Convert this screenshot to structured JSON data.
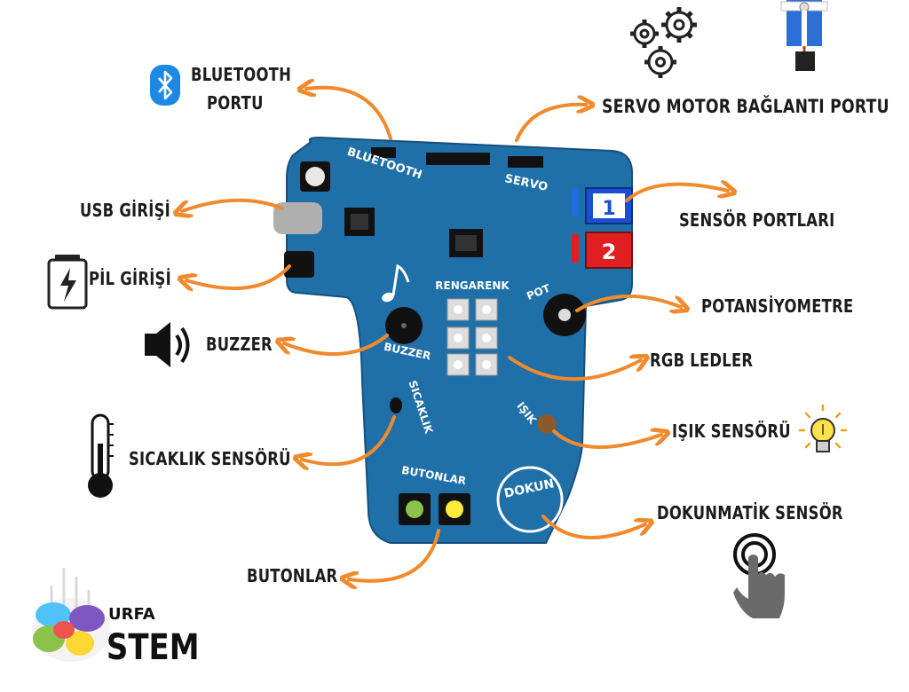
{
  "labels": {
    "bluetooth_line1": "BLUETOOTH",
    "bluetooth_line2": "PORTU",
    "servo": "SERVO MOTOR BAĞLANTI PORTU",
    "usb": "USB GİRİŞİ",
    "sensor_ports": "SENSÖR PORTLARI",
    "battery": "PİL GİRİŞİ",
    "potentiometer": "POTANSİYOMETRE",
    "buzzer": "BUZZER",
    "rgb": "RGB LEDLER",
    "light_sensor": "IŞIK SENSÖRÜ",
    "temperature": "SICAKLIK SENSÖRÜ",
    "touch": "DOKUNMATİK SENSÖR",
    "buttons": "BUTONLAR"
  },
  "board": {
    "bluetooth": "BLUETOOTH",
    "servo": "SERVO",
    "rgb": "RENGARENK",
    "pot": "POT",
    "buzzer": "BUZZER",
    "temp": "SICAKLIK",
    "light": "IŞIK",
    "buttons": "BUTONLAR",
    "touch": "DOKUN",
    "port1": "1",
    "port2": "2"
  },
  "logo": {
    "line1": "URFA",
    "line2": "STEM"
  },
  "colors": {
    "board": "#1f6fa8",
    "board_edge": "#15507c",
    "arrow": "#f08a2c",
    "port1": "#1b4fd1",
    "port2": "#e02020",
    "bluetooth_icon": "#1e88e5",
    "button_green": "#8bc34a",
    "button_yellow": "#ffeb3b"
  }
}
